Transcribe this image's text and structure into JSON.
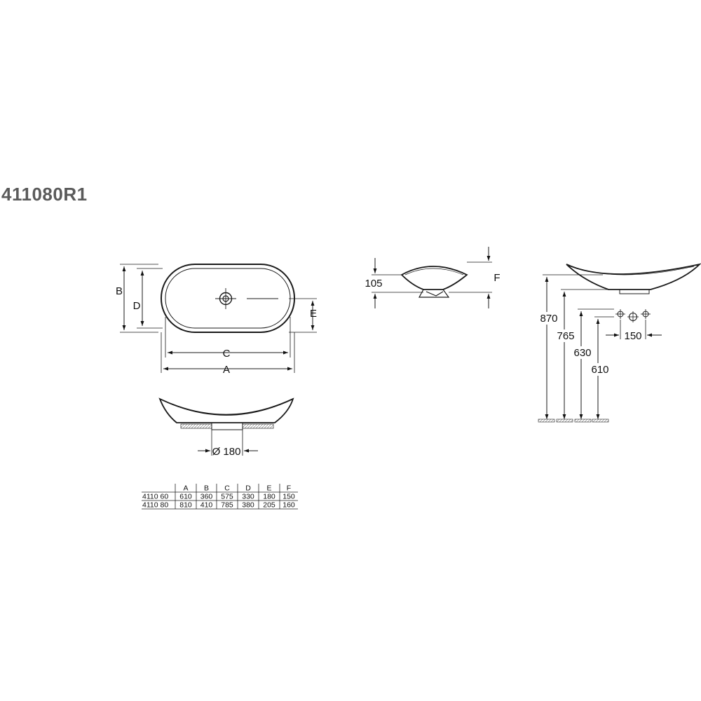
{
  "title": "411080R1",
  "top_view": {
    "label_b": "B",
    "label_d": "D",
    "label_e": "E",
    "label_c": "C",
    "label_a": "A"
  },
  "front_view": {
    "drain_label": "Ø 180"
  },
  "side_view": {
    "height_label": "105",
    "label_f": "F"
  },
  "install_view": {
    "dim_870": "870",
    "dim_765": "765",
    "dim_630": "630",
    "dim_610": "610",
    "dim_150": "150"
  },
  "table": {
    "headers": [
      "",
      "A",
      "B",
      "C",
      "D",
      "E",
      "F"
    ],
    "rows": [
      [
        "4110 60",
        "610",
        "360",
        "575",
        "330",
        "180",
        "150"
      ],
      [
        "4110 80",
        "810",
        "410",
        "785",
        "380",
        "205",
        "160"
      ]
    ]
  }
}
